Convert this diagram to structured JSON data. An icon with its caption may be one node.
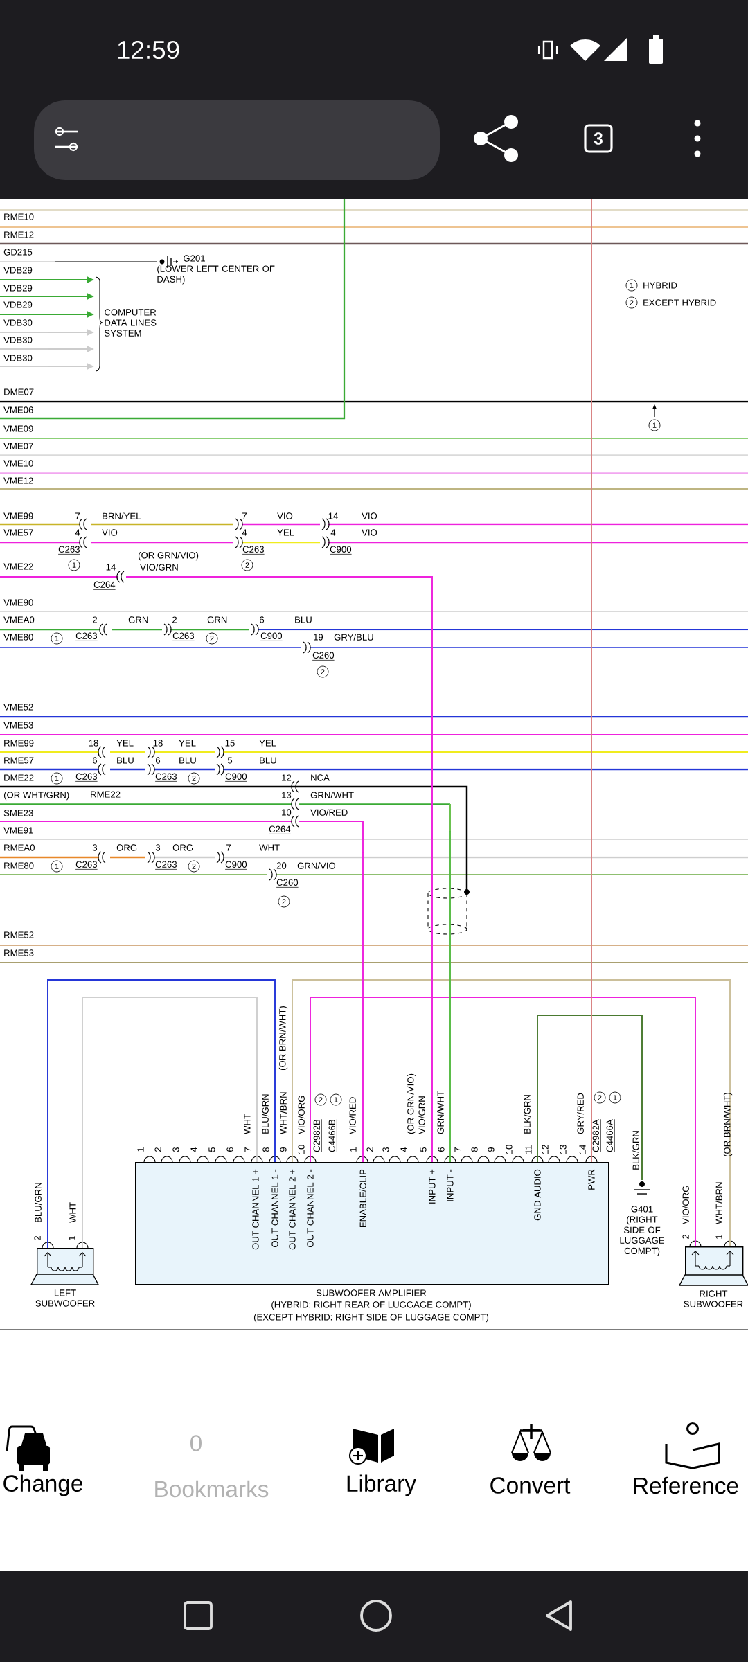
{
  "diagram": {
    "nodes": [
      {
        "text": [
          "G201",
          "(LOWER LEFT CENTER OF DASH)"
        ]
      },
      {
        "text": [
          "COMPUTER DATA LINES SYSTEM"
        ]
      },
      {
        "text": [
          "SUBWOOFER AMPLIFIER",
          "OUT CHANNEL 1 +",
          "OUT CHANNEL 1 -",
          "OUT CHANNEL 2 +",
          "OUT CHANNEL 2 -",
          "ENABLE/CLIP",
          "INPUT +",
          "INPUT -",
          "GND AUDIO",
          "PWR"
        ],
        "beside": [
          "(HYBRID: RIGHT REAR OF LUGGAGE COMPT)",
          "(EXCEPT HYBRID: RIGHT SIDE OF LUGGAGE COMPT)"
        ]
      },
      {
        "text": [
          "LEFT SUBWOOFER"
        ]
      },
      {
        "text": [
          "RIGHT SUBWOOFER"
        ]
      },
      {
        "text": [
          "G401",
          "(RIGHT SIDE OF LUGGAGE COMPT)"
        ]
      }
    ],
    "edges": [
      {
        "from": null,
        "to": 0,
        "arrow": "none",
        "color": "#777777"
      },
      {
        "from": null,
        "to": 1,
        "arrow": "to",
        "color": "#3aaa35"
      },
      {
        "from": null,
        "to": 1,
        "arrow": "to",
        "color": "#3aaa35"
      },
      {
        "from": null,
        "to": 1,
        "arrow": "to",
        "color": "#3aaa35"
      },
      {
        "from": null,
        "to": 1,
        "arrow": "to",
        "color": "#cccccc"
      },
      {
        "from": null,
        "to": 1,
        "arrow": "to",
        "color": "#cccccc"
      },
      {
        "from": null,
        "to": 1,
        "arrow": "to",
        "color": "#cccccc"
      },
      {
        "from": 3,
        "to": 2,
        "arrow": "none",
        "color": "#2436d8"
      },
      {
        "from": 3,
        "to": 2,
        "arrow": "none",
        "color": "#cfcfcf"
      },
      {
        "from": 2,
        "to": 4,
        "arrow": "none",
        "color": "#cbbf9a"
      },
      {
        "from": 2,
        "to": 4,
        "arrow": "none",
        "color": "#ee22dd"
      },
      {
        "from": 2,
        "to": 5,
        "arrow": "none",
        "color": "#4a7a30"
      },
      {
        "from": null,
        "to": 2,
        "arrow": "none",
        "color": "#ee22dd"
      },
      {
        "from": null,
        "to": 2,
        "arrow": "none",
        "color": "#ee22dd"
      },
      {
        "from": null,
        "to": 2,
        "arrow": "none",
        "color": "#55bb44"
      },
      {
        "from": null,
        "to": 2,
        "arrow": "none",
        "color": "#d88080"
      }
    ],
    "labels": [
      "12:59",
      "3",
      "RME10",
      "RME12",
      "GD215",
      "VDB29",
      "VDB29",
      "VDB29",
      "VDB30",
      "VDB30",
      "VDB30",
      "1",
      "HYBRID",
      "2",
      "EXCEPT HYBRID",
      "DME07",
      "VME06",
      "1",
      "VME09",
      "VME07",
      "VME10",
      "VME12",
      "VME99",
      "7",
      "BRN/YEL",
      "7",
      "VIO",
      "14",
      "VIO",
      "VME57",
      "4",
      "VIO",
      "4",
      "YEL",
      "4",
      "VIO",
      "C263",
      "C263",
      "C900",
      "(OR GRN/VIO)",
      "VME22",
      "1",
      "14",
      "VIO/GRN",
      "2",
      "C264",
      "VME90",
      "VMEA0",
      "2",
      "GRN",
      "2",
      "GRN",
      "6",
      "BLU",
      "VME80",
      "1",
      "C263",
      "C263",
      "2",
      "C900",
      "19",
      "GRY/BLU",
      "C260",
      "2",
      "VME52",
      "VME53",
      "RME99",
      "18",
      "YEL",
      "18",
      "YEL",
      "15",
      "YEL",
      "RME57",
      "6",
      "BLU",
      "6",
      "BLU",
      "5",
      "BLU",
      "DME22",
      "1",
      "C263",
      "C263",
      "2",
      "C900",
      "12",
      "NCA",
      "(OR WHT/GRN)",
      "RME22",
      "13",
      "GRN/WHT",
      "SME23",
      "10",
      "VIO/RED",
      "VME91",
      "C264",
      "RMEA0",
      "3",
      "ORG",
      "3",
      "ORG",
      "7",
      "WHT",
      "RME80",
      "1",
      "C263",
      "C263",
      "2",
      "C900",
      "20",
      "GRN/VIO",
      "C260",
      "2",
      "RME52",
      "RME53",
      "(OR BRN/WHT)",
      "2",
      "1",
      "(OR GRN/VIO)",
      "2",
      "1",
      "WHT",
      "BLU/GRN",
      "WHT/BRN",
      "VIO/ORG",
      "C2982B",
      "C4466B",
      "VIO/RED",
      "VIO/GRN",
      "GRN/WHT",
      "BLK/GRN",
      "GRY/RED",
      "C2982A",
      "C4466A",
      "(OR BRN/WHT)",
      "1",
      "2",
      "3",
      "4",
      "5",
      "6",
      "7",
      "8",
      "9",
      "10",
      "1",
      "2",
      "3",
      "4",
      "5",
      "6",
      "7",
      "8",
      "9",
      "10",
      "11",
      "12",
      "13",
      "14",
      "BLK/GRN",
      "BLU/GRN",
      "WHT",
      "2",
      "1",
      "VIO/ORG",
      "WHT/BRN",
      "2",
      "1",
      "Change",
      "0",
      "Bookmarks",
      "Library",
      "Convert",
      "Reference"
    ]
  }
}
